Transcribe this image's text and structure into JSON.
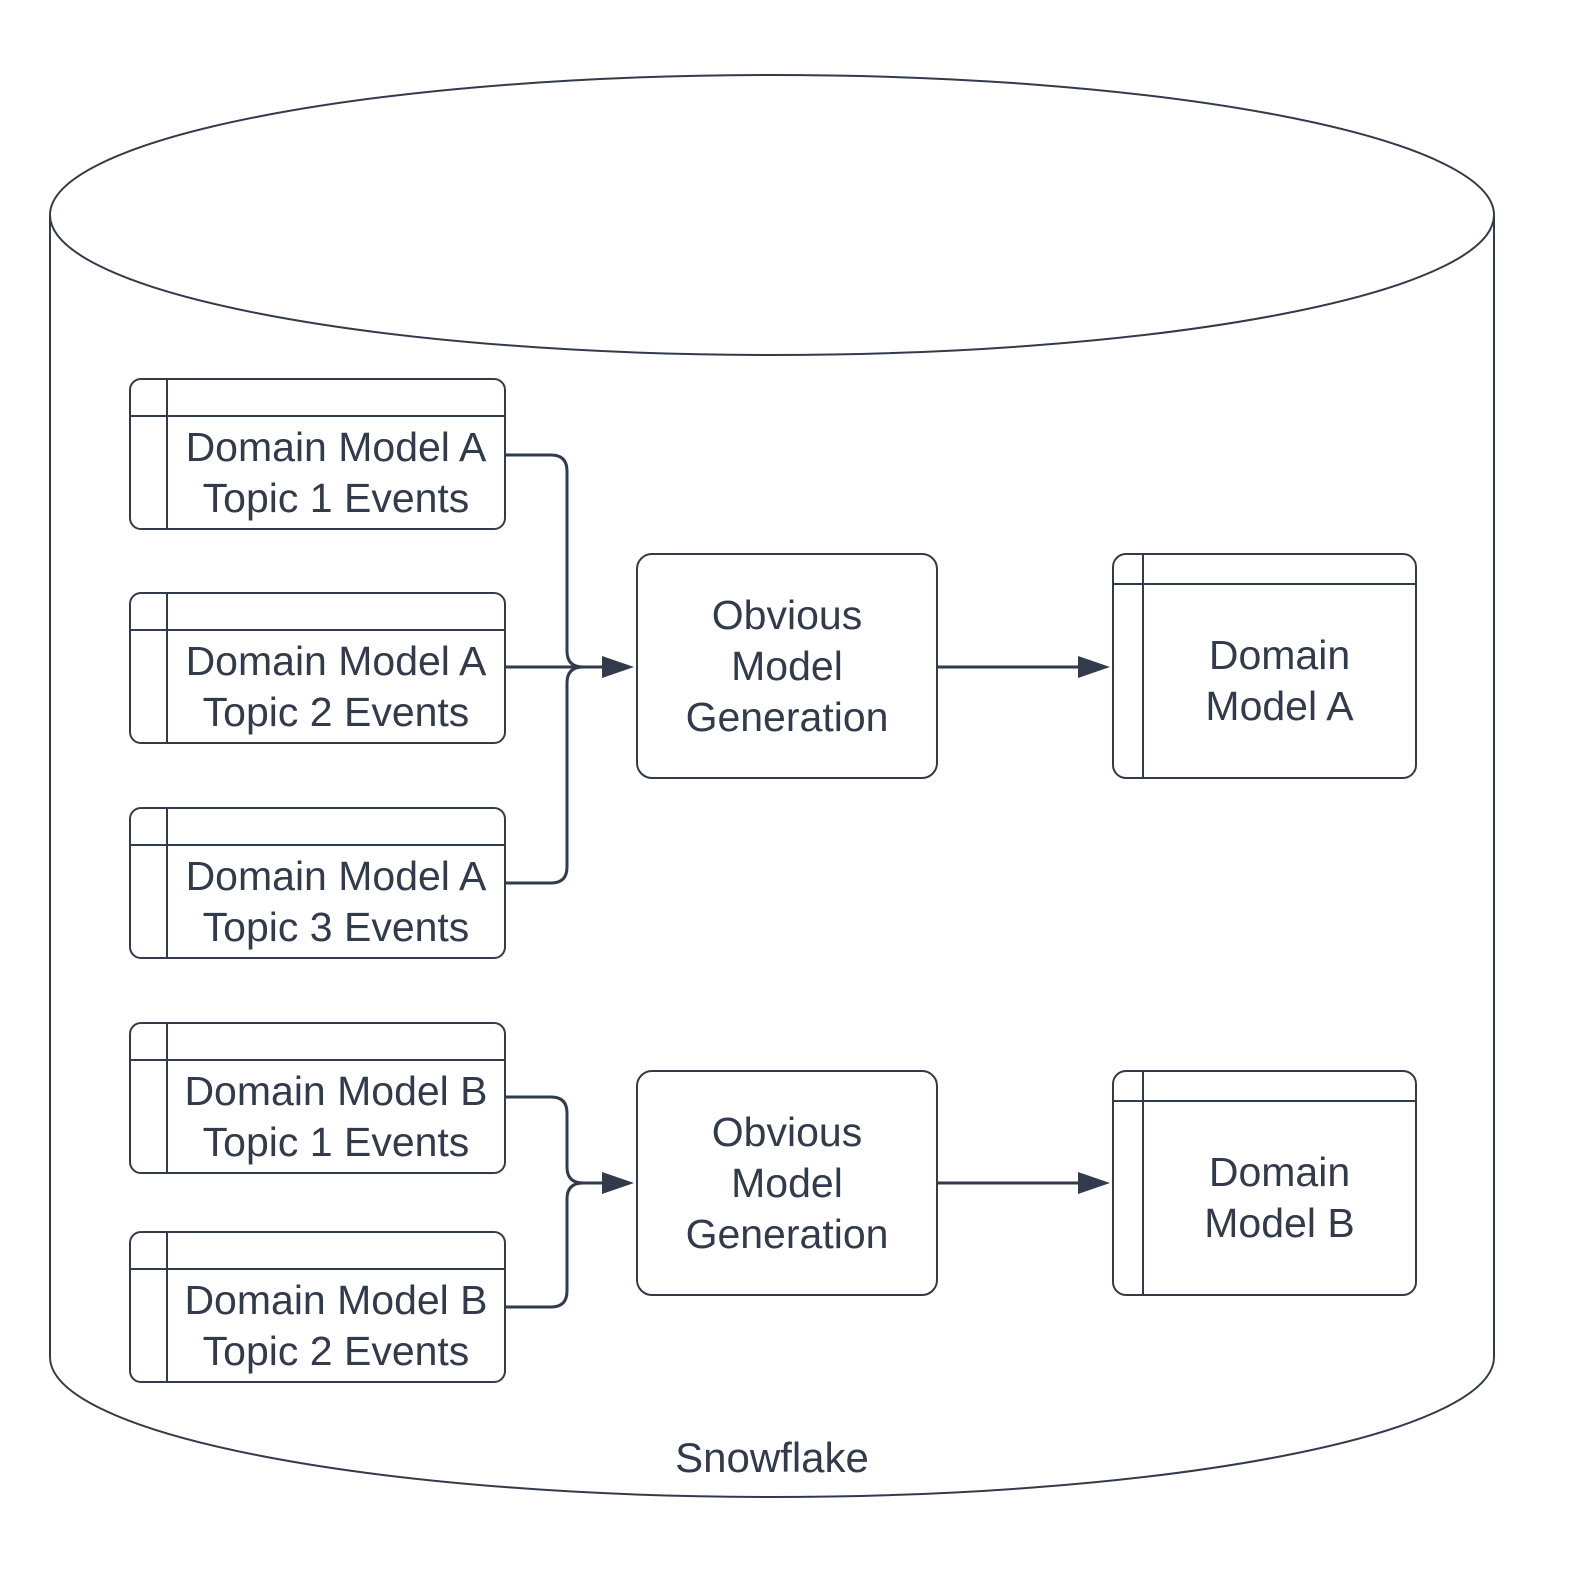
{
  "colors": {
    "stroke": "#323b4b",
    "text": "#323b4b",
    "background": "#ffffff"
  },
  "cylinder": {
    "label": "Snowflake"
  },
  "pipelines": [
    {
      "topic_tables": [
        {
          "label": "Domain Model A\nTopic 1 Events"
        },
        {
          "label": "Domain Model A\nTopic 2 Events"
        },
        {
          "label": "Domain Model A\nTopic 3 Events"
        }
      ],
      "process": {
        "label": "Obvious\nModel\nGeneration"
      },
      "output_table": {
        "label": "Domain\nModel A"
      }
    },
    {
      "topic_tables": [
        {
          "label": "Domain Model B\nTopic 1 Events"
        },
        {
          "label": "Domain Model B\nTopic 2 Events"
        }
      ],
      "process": {
        "label": "Obvious\nModel\nGeneration"
      },
      "output_table": {
        "label": "Domain\nModel B"
      }
    }
  ]
}
